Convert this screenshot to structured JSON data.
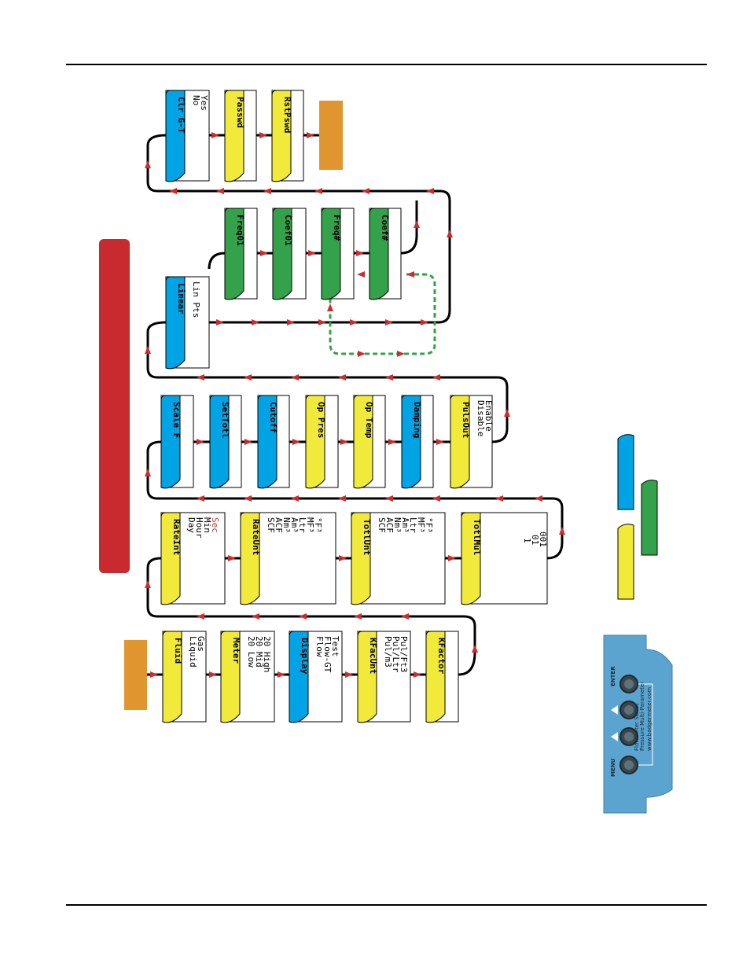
{
  "colors": {
    "blue": "#00a4e4",
    "yellow": "#f2ea3a",
    "green": "#33a24a",
    "orange": "#e0952e",
    "red": "#c92a30",
    "keypad": "#5ba4d0",
    "flow_line": "#000000",
    "arrow": "#d02a2a",
    "dashed": "#33a24a"
  },
  "menu": {
    "fluid": {
      "label": "Fluid",
      "options": [
        "Liquid",
        "Gas"
      ]
    },
    "meter": {
      "label": "Meter",
      "options": [
        "20 Low",
        "20 Mid",
        "20 High"
      ]
    },
    "display": {
      "label": "Display",
      "options": [
        "Flow",
        "Flow-GT",
        "Test"
      ]
    },
    "kfacunt": {
      "label": "KFacUnt",
      "options": [
        "Pul/m3",
        "Pul/Ltr",
        "Pul/Ft3"
      ]
    },
    "kfactor": {
      "label": "KFactor",
      "options": []
    },
    "rateint": {
      "label": "RateInt",
      "options": [
        "Day",
        "Hour",
        "Min",
        "Sec"
      ]
    },
    "rateunt": {
      "label": "RateUnt",
      "options": [
        "SCF",
        "ACF",
        "Nm³",
        "Am³",
        "Ltr",
        "MF³",
        "°F³"
      ]
    },
    "totlunt": {
      "label": "TotlUnt",
      "options": [
        "SCF",
        "ACF",
        "Nm³",
        "Am³",
        "Ltr",
        "MF³",
        "°F³"
      ]
    },
    "totlmul": {
      "label": "TotlMul",
      "options": [
        "1",
        "01",
        "001"
      ]
    },
    "scalef": {
      "label": "Scale F",
      "options": []
    },
    "settotl": {
      "label": "SetTotl",
      "options": []
    },
    "cutoff": {
      "label": "Cutoff",
      "options": []
    },
    "oppres": {
      "label": "Op Pres",
      "options": []
    },
    "optemp": {
      "label": "Op Temp",
      "options": []
    },
    "damping": {
      "label": "Damping",
      "options": []
    },
    "pulsout": {
      "label": "PulsOut",
      "options": [
        "Disable",
        "Enable"
      ]
    },
    "linear": {
      "label": "Linear",
      "options": [
        "Lin Pts"
      ]
    },
    "freq01": {
      "label": "Freq01",
      "options": []
    },
    "coef01": {
      "label": "Coef01",
      "options": []
    },
    "freqn": {
      "label": "Freq#",
      "options": []
    },
    "coefn": {
      "label": "Coef#",
      "options": []
    },
    "clrgt": {
      "label": "Clr G-T",
      "options": [
        "No",
        "Yes"
      ]
    },
    "passwd": {
      "label": "Passwd",
      "options": []
    },
    "rstpswd": {
      "label": "RstPswd",
      "options": []
    }
  },
  "keypad": {
    "top_key": "ENTER",
    "bottom_key": "MENU",
    "text_line1": "Flowmeter Series",
    "text_line2": "Pressure Multi-Parameter",
    "text_line3": "www.badgermeter.com"
  }
}
